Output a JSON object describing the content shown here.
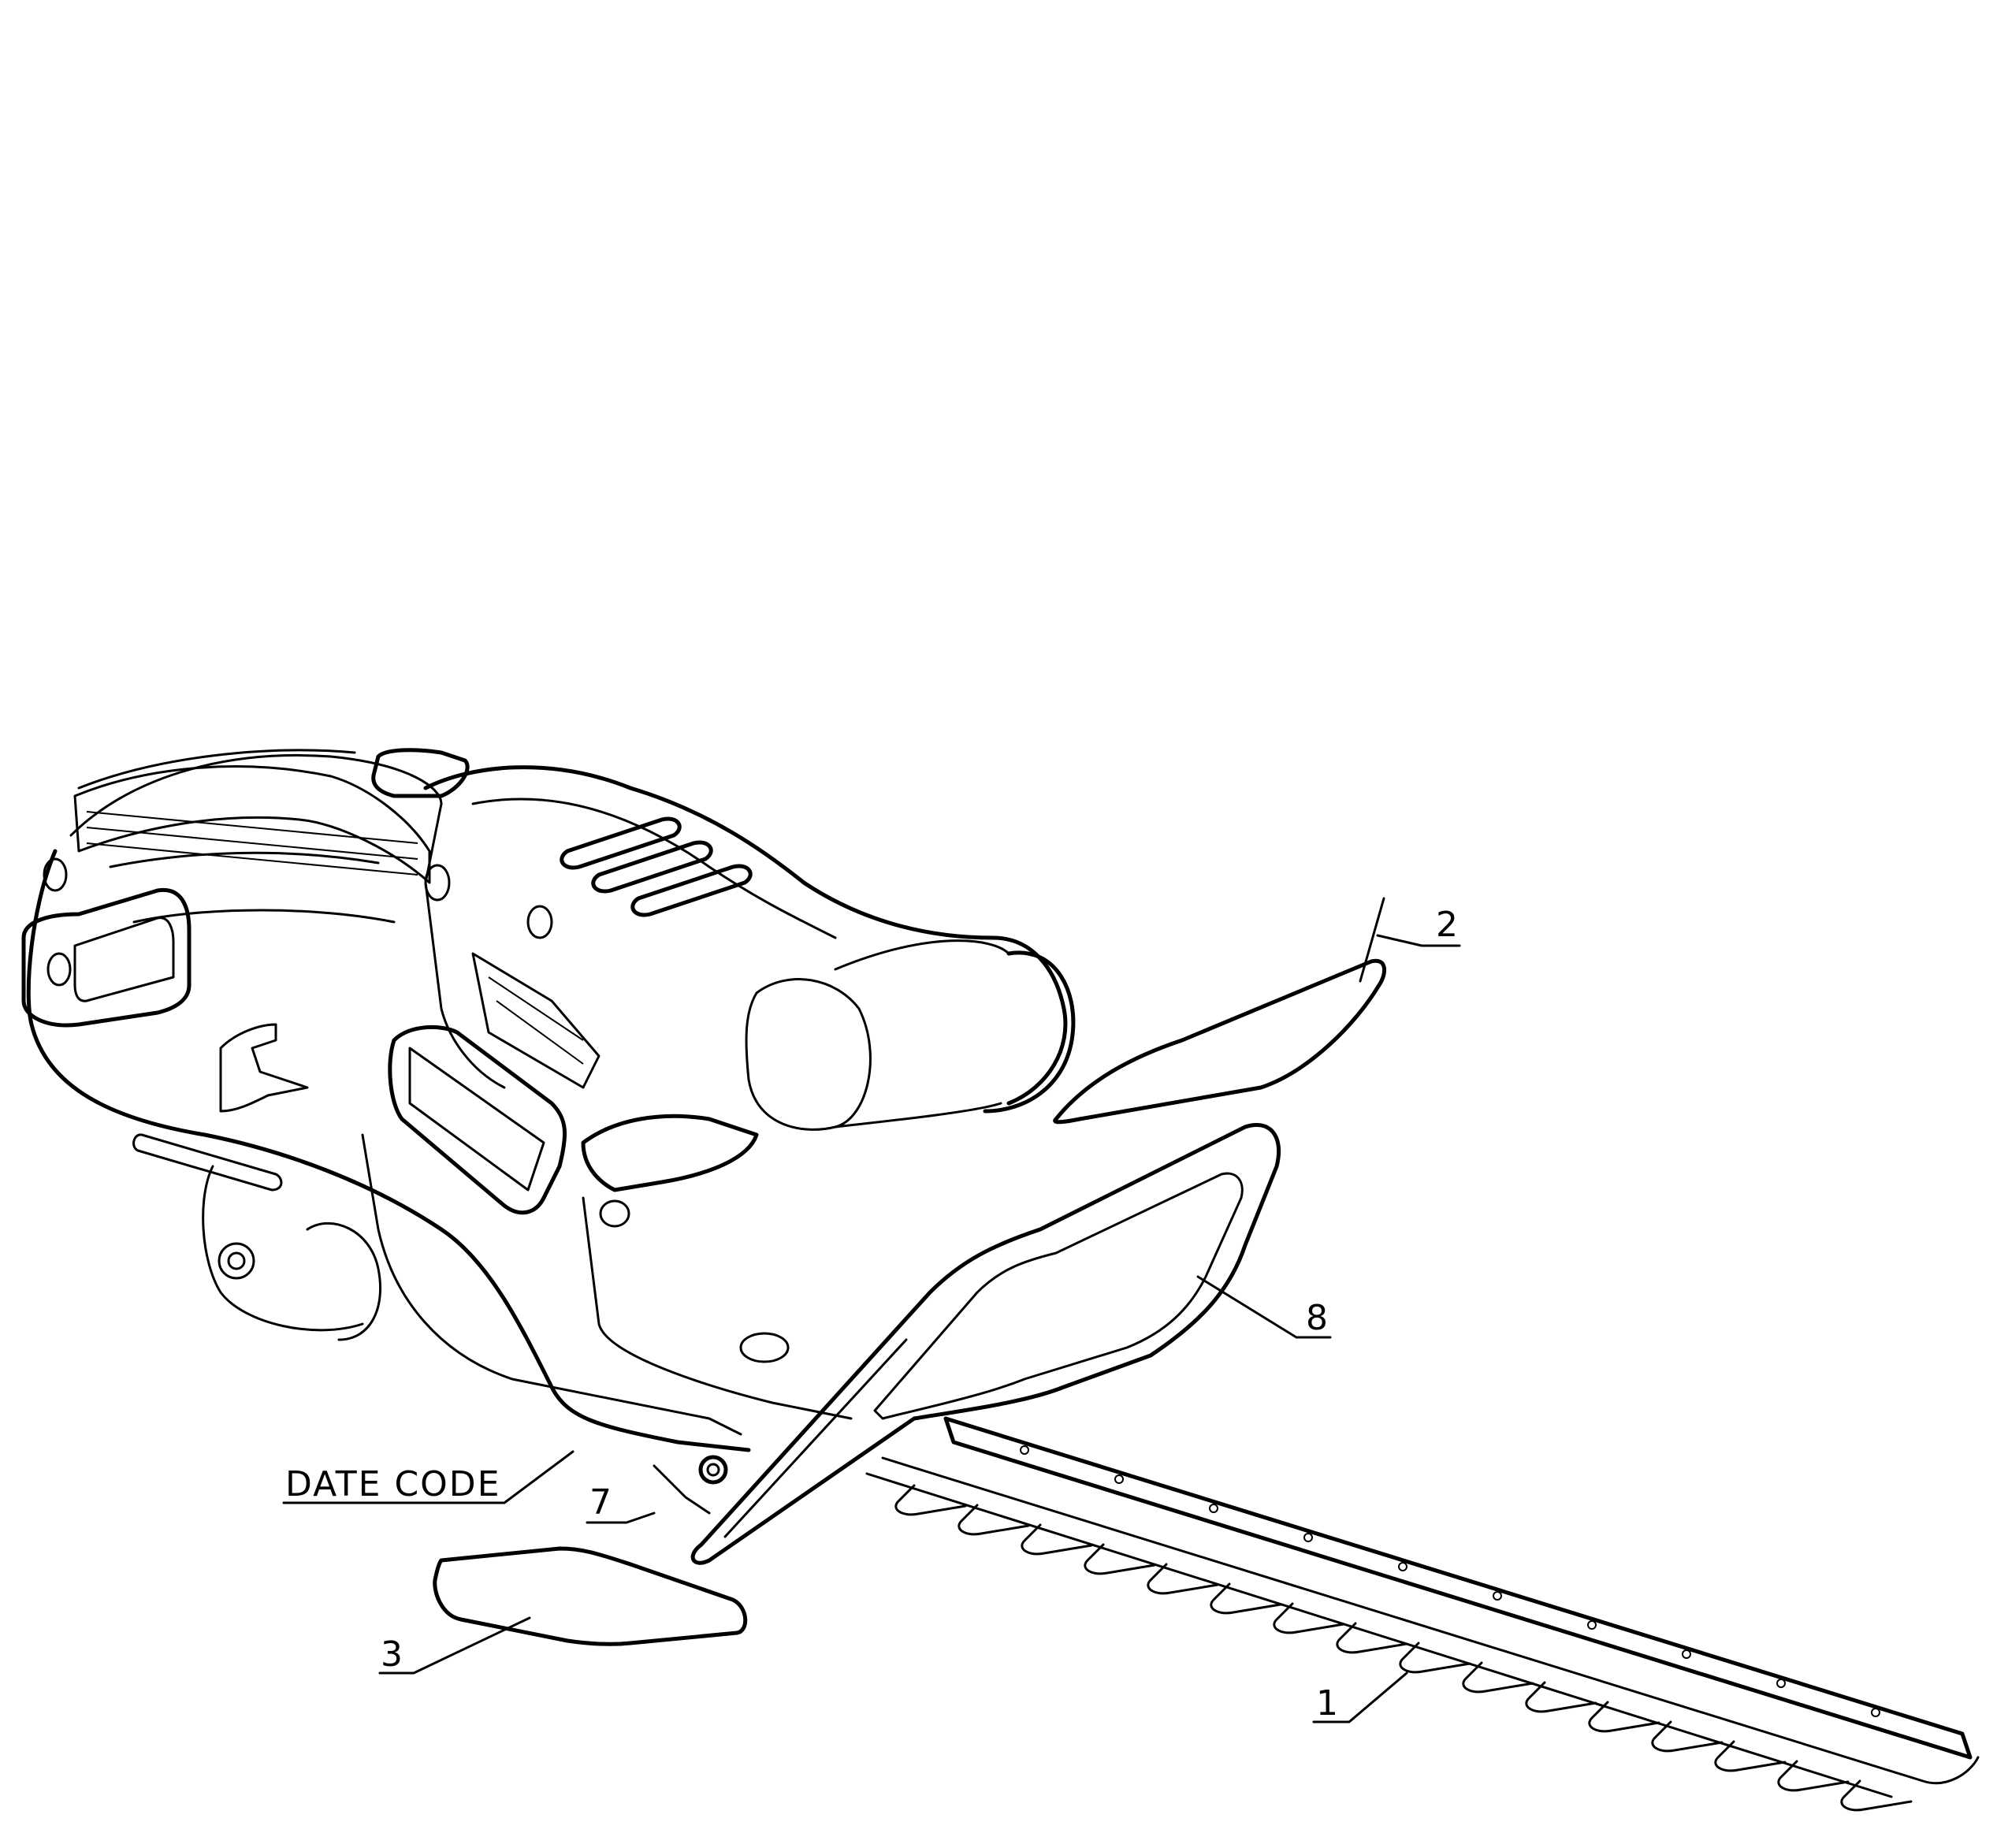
{
  "diagram": {
    "type": "exploded parts diagram",
    "subject": "electric hedge trimmer",
    "colors": {
      "line": "#000000",
      "background": "#ffffff"
    }
  },
  "callouts": [
    {
      "id": "1",
      "label": "1",
      "part": "blade"
    },
    {
      "id": "2",
      "label": "2",
      "part": "label plate (top)"
    },
    {
      "id": "3",
      "label": "3",
      "part": "label plate (bottom)"
    },
    {
      "id": "7",
      "label": "7",
      "part": "screw"
    },
    {
      "id": "8",
      "label": "8",
      "part": "hand guard"
    },
    {
      "id": "date_code",
      "label": "DATE CODE",
      "part": "date code location"
    }
  ]
}
